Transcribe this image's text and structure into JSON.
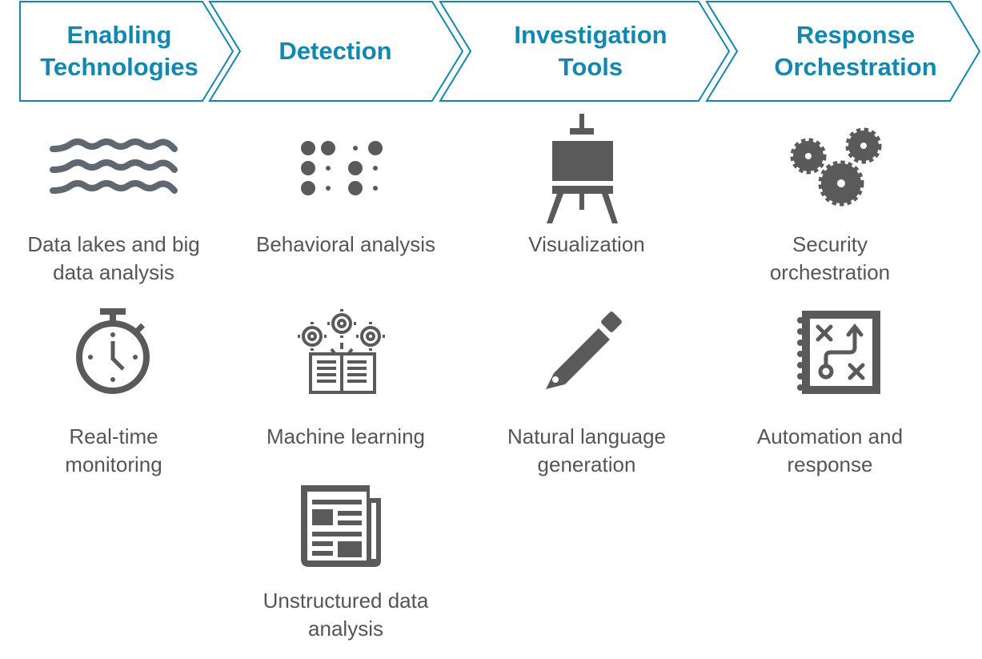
{
  "colors": {
    "accent": "#1287b0",
    "icon": "#5a5a5a",
    "water_icon": "#5f6770",
    "text": "#555555"
  },
  "stages": [
    {
      "label": "Enabling\nTechnologies"
    },
    {
      "label": "Detection"
    },
    {
      "label": "Investigation\nTools"
    },
    {
      "label": "Response\nOrchestration"
    }
  ],
  "items": [
    {
      "stage": 0,
      "icon": "waves-icon",
      "label": "Data lakes and big\ndata analysis"
    },
    {
      "stage": 0,
      "icon": "stopwatch-icon",
      "label": "Real-time\nmonitoring"
    },
    {
      "stage": 1,
      "icon": "dot-pattern-icon",
      "label": "Behavioral analysis"
    },
    {
      "stage": 1,
      "icon": "gears-book-icon",
      "label": "Machine learning"
    },
    {
      "stage": 1,
      "icon": "newspaper-icon",
      "label": "Unstructured data\nanalysis"
    },
    {
      "stage": 2,
      "icon": "easel-icon",
      "label": "Visualization"
    },
    {
      "stage": 2,
      "icon": "pencil-icon",
      "label": "Natural language\ngeneration"
    },
    {
      "stage": 3,
      "icon": "gears-icon",
      "label": "Security\norchestration"
    },
    {
      "stage": 3,
      "icon": "playbook-icon",
      "label": "Automation and\nresponse"
    }
  ]
}
